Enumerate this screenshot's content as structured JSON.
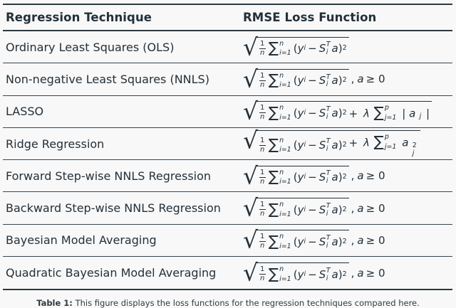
{
  "header": {
    "col1": "Regression Technique",
    "col2": "RMSE Loss Function"
  },
  "math": {
    "sqrt": "√",
    "one": "1",
    "n": "n",
    "sigma": "∑",
    "sum_sup": "n",
    "sum_sub": "i=1",
    "open": "(",
    "y": "y",
    "i": "i",
    "minus": "−",
    "S": "S",
    "T": "T",
    "a": "a",
    "close": ")",
    "two": "2"
  },
  "rows": [
    {
      "technique": "Ordinary Least Squares (OLS)"
    },
    {
      "technique": "Non-negative Least Squares (NNLS)",
      "tail": {
        "comma": ",",
        "a": "a",
        "rest": "≥ 0"
      }
    },
    {
      "technique": "LASSO",
      "extra": {
        "plus": "+",
        "lambda": "λ",
        "sigma": "∑",
        "sum_sup": "p",
        "sum_sub": "j=1",
        "bar_open": "|",
        "a": "a",
        "a_sub": "j",
        "bar_close": "|"
      }
    },
    {
      "technique": "Ridge Regression",
      "extra": {
        "plus": "+",
        "lambda": "λ",
        "sigma": "∑",
        "sum_sup": "p",
        "sum_sub": "j=1",
        "a": "a",
        "a_sub": "j",
        "a_sup": "2"
      }
    },
    {
      "technique": "Forward Step-wise NNLS Regression",
      "tail": {
        "comma": ",",
        "a": "a",
        "rest": "≥ 0"
      }
    },
    {
      "technique": "Backward Step-wise NNLS Regression",
      "tail": {
        "comma": ",",
        "a": "a",
        "rest": "≥ 0"
      }
    },
    {
      "technique": "Bayesian Model Averaging",
      "tail": {
        "comma": ",",
        "a": "a",
        "rest": "≥ 0"
      }
    },
    {
      "technique": "Quadratic Bayesian Model Averaging",
      "tail": {
        "comma": ",",
        "a": "a",
        "rest": "≥ 0"
      }
    }
  ],
  "caption": {
    "label": "Table 1:",
    "text": "This figure displays the loss functions for the regression techniques compared here."
  }
}
